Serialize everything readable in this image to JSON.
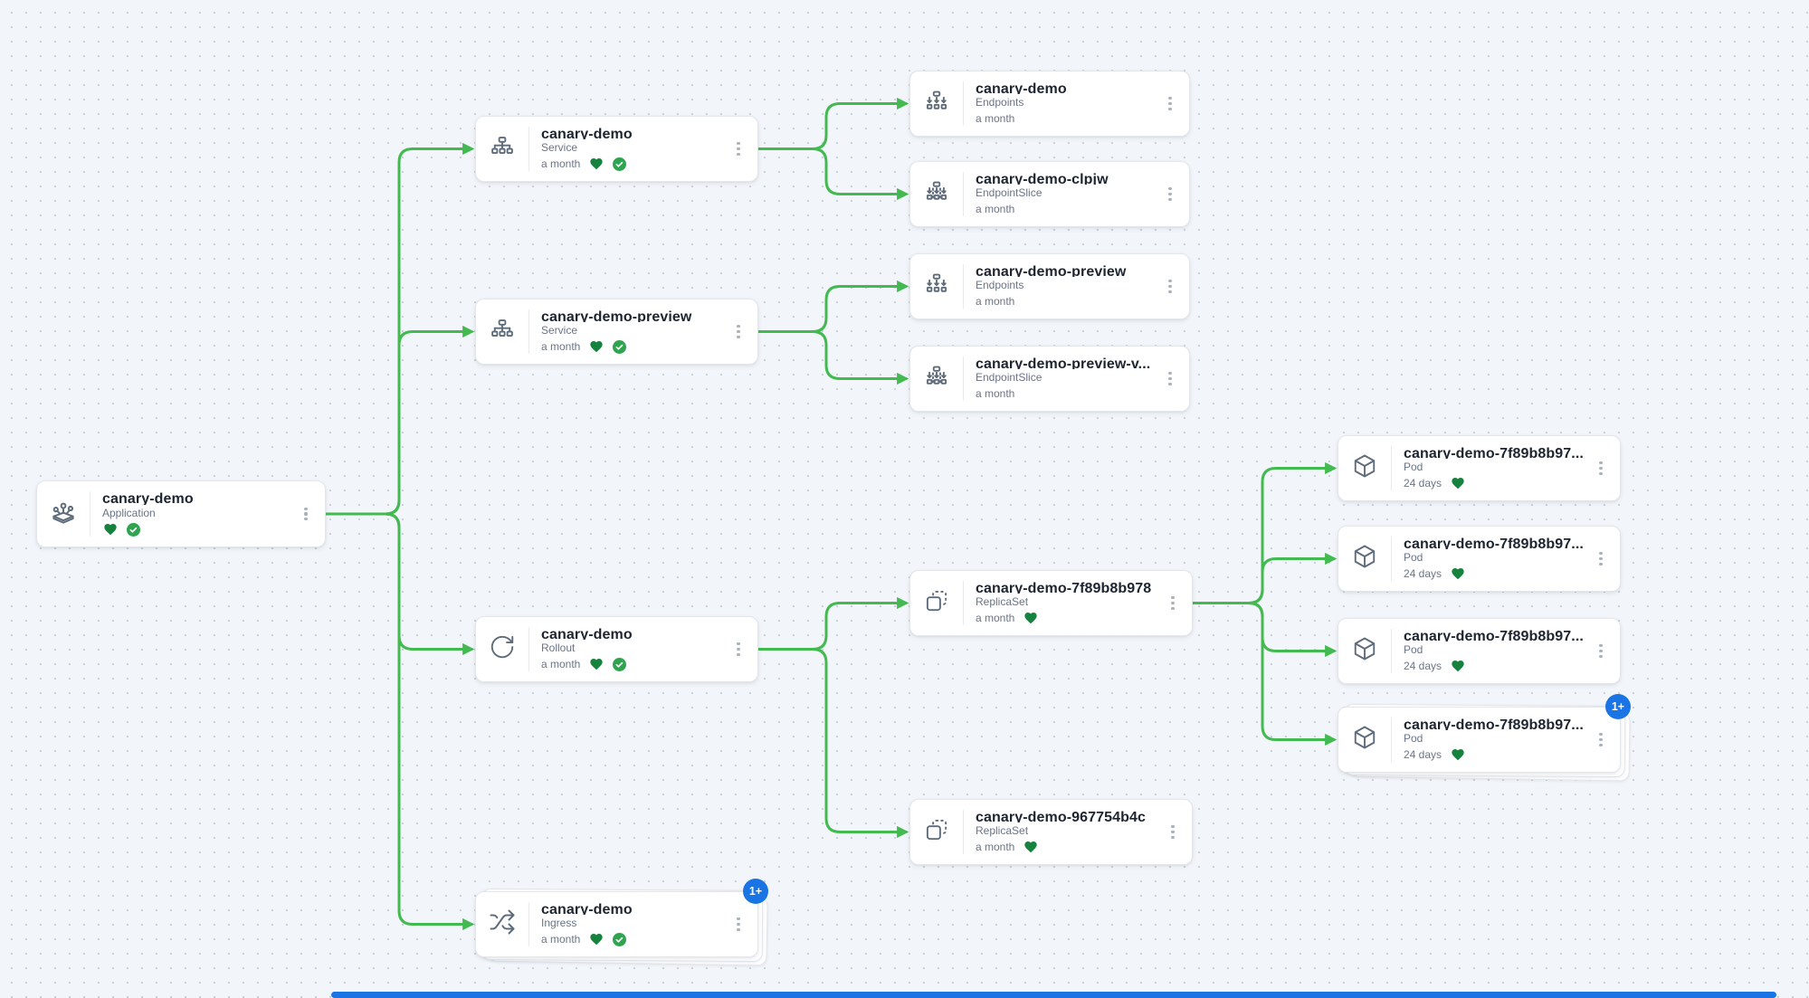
{
  "colors": {
    "edge_green": "#43BA4F",
    "health_heart_green": "#15823D",
    "sync_check_green": "#2EA44F",
    "overflow_badge_blue": "#1B74E4",
    "scrollbar_blue": "#1B74E4"
  },
  "nodes": [
    {
      "id": "app",
      "name": "canary-demo",
      "kind": "Application",
      "age": "",
      "health": [
        "healthy",
        "synced"
      ],
      "icon": "application-icon",
      "badge": "",
      "stacked": false
    },
    {
      "id": "svc",
      "name": "canary-demo",
      "kind": "Service",
      "age": "a month",
      "health": [
        "healthy",
        "synced"
      ],
      "icon": "service-icon",
      "badge": "",
      "stacked": false
    },
    {
      "id": "ep",
      "name": "canary-demo",
      "kind": "Endpoints",
      "age": "a month",
      "health": [],
      "icon": "endpoints-icon",
      "badge": "",
      "stacked": false
    },
    {
      "id": "eps",
      "name": "canary-demo-clpjw",
      "kind": "EndpointSlice",
      "age": "a month",
      "health": [],
      "icon": "endpointslice-icon",
      "badge": "",
      "stacked": false
    },
    {
      "id": "svcp",
      "name": "canary-demo-preview",
      "kind": "Service",
      "age": "a month",
      "health": [
        "healthy",
        "synced"
      ],
      "icon": "service-icon",
      "badge": "",
      "stacked": false
    },
    {
      "id": "epp",
      "name": "canary-demo-preview",
      "kind": "Endpoints",
      "age": "a month",
      "health": [],
      "icon": "endpoints-icon",
      "badge": "",
      "stacked": false
    },
    {
      "id": "epsp",
      "name": "canary-demo-preview-v...",
      "kind": "EndpointSlice",
      "age": "a month",
      "health": [],
      "icon": "endpointslice-icon",
      "badge": "",
      "stacked": false
    },
    {
      "id": "rollout",
      "name": "canary-demo",
      "kind": "Rollout",
      "age": "a month",
      "health": [
        "healthy",
        "synced"
      ],
      "icon": "rollout-icon",
      "badge": "",
      "stacked": false
    },
    {
      "id": "rsnew",
      "name": "canary-demo-7f89b8b978",
      "kind": "ReplicaSet",
      "age": "a month",
      "health": [
        "healthy"
      ],
      "icon": "replicaset-icon",
      "badge": "",
      "stacked": false
    },
    {
      "id": "rsold",
      "name": "canary-demo-967754b4c",
      "kind": "ReplicaSet",
      "age": "a month",
      "health": [
        "healthy"
      ],
      "icon": "replicaset-icon",
      "badge": "",
      "stacked": false
    },
    {
      "id": "pod1",
      "name": "canary-demo-7f89b8b97...",
      "kind": "Pod",
      "age": "24 days",
      "health": [
        "healthy"
      ],
      "icon": "pod-icon",
      "badge": "",
      "stacked": false
    },
    {
      "id": "pod2",
      "name": "canary-demo-7f89b8b97...",
      "kind": "Pod",
      "age": "24 days",
      "health": [
        "healthy"
      ],
      "icon": "pod-icon",
      "badge": "",
      "stacked": false
    },
    {
      "id": "pod3",
      "name": "canary-demo-7f89b8b97...",
      "kind": "Pod",
      "age": "24 days",
      "health": [
        "healthy"
      ],
      "icon": "pod-icon",
      "badge": "",
      "stacked": false
    },
    {
      "id": "pod4",
      "name": "canary-demo-7f89b8b97...",
      "kind": "Pod",
      "age": "24 days",
      "health": [
        "healthy"
      ],
      "icon": "pod-icon",
      "badge": "1+",
      "stacked": true
    },
    {
      "id": "ingress",
      "name": "canary-demo",
      "kind": "Ingress",
      "age": "a month",
      "health": [
        "healthy",
        "synced"
      ],
      "icon": "ingress-icon",
      "badge": "1+",
      "stacked": true
    }
  ],
  "edges": [
    {
      "from": "app",
      "to": "svc"
    },
    {
      "from": "app",
      "to": "svcp"
    },
    {
      "from": "app",
      "to": "rollout"
    },
    {
      "from": "app",
      "to": "ingress"
    },
    {
      "from": "svc",
      "to": "ep"
    },
    {
      "from": "svc",
      "to": "eps"
    },
    {
      "from": "svcp",
      "to": "epp"
    },
    {
      "from": "svcp",
      "to": "epsp"
    },
    {
      "from": "rollout",
      "to": "rsnew"
    },
    {
      "from": "rollout",
      "to": "rsold"
    },
    {
      "from": "rsnew",
      "to": "pod1"
    },
    {
      "from": "rsnew",
      "to": "pod2"
    },
    {
      "from": "rsnew",
      "to": "pod3"
    },
    {
      "from": "rsnew",
      "to": "pod4"
    }
  ]
}
